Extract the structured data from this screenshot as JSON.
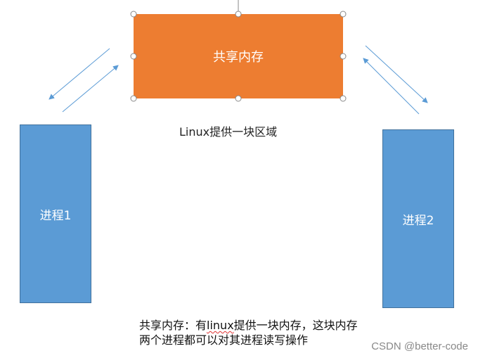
{
  "diagram": {
    "shared_memory_label": "共享内存",
    "region_caption": "Linux提供一块区域",
    "process1_label": "进程1",
    "process2_label": "进程2",
    "description": {
      "line1_before": "共享内存：有",
      "line1_linux": "linux",
      "line1_after": "提供一块内存，这块内存",
      "line2": "两个进程都可以对其进程读写操作"
    },
    "watermark": "CSDN @better-code"
  },
  "colors": {
    "shared_memory_fill": "#ed7d31",
    "process_fill": "#5b9bd5",
    "arrow": "#5b9bd5",
    "selection_handle": "#888888"
  }
}
